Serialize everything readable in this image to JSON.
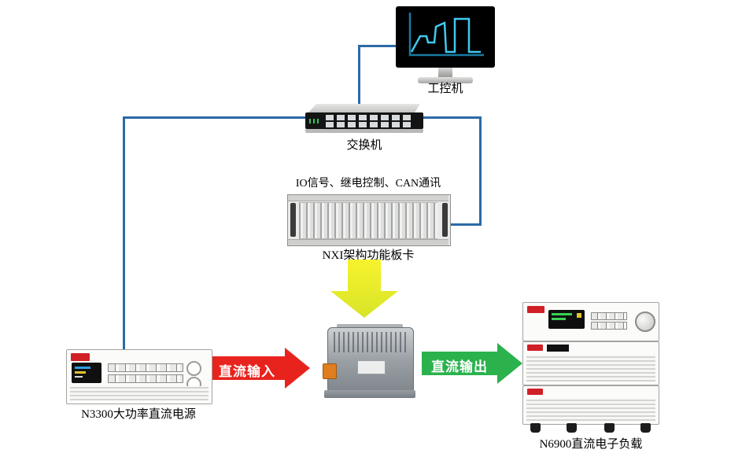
{
  "diagram": {
    "ipc": {
      "label": "工控机"
    },
    "switch": {
      "label": "交换机"
    },
    "nxi_rack": {
      "caption": "IO信号、继电控制、CAN通讯",
      "label": "NXI架构功能板卡"
    },
    "psu": {
      "label": "N3300大功率直流电源"
    },
    "eload": {
      "label": "N6900直流电子负载"
    },
    "flows": {
      "dc_input": {
        "label": "直流输入",
        "color": "#e8231d"
      },
      "dc_output": {
        "label": "直流输出",
        "color": "#2bb24d"
      },
      "control": {
        "color": "#eee droppable"
      }
    },
    "colors": {
      "connector_line": "#2b6aa6",
      "control_arrow_yellow": "#f0ed2c",
      "chart_line_cyan": "#41c9f1",
      "brand_logo_red": "#d01f27"
    }
  }
}
